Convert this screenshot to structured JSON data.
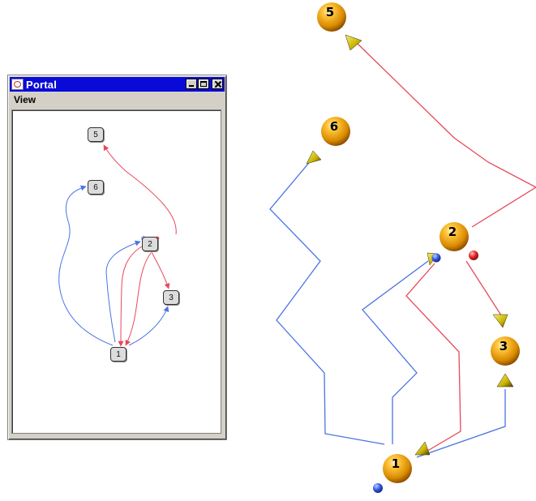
{
  "window": {
    "title": "Portal",
    "menu": [
      "View"
    ]
  },
  "graph": {
    "nodes": [
      "1",
      "2",
      "3",
      "5",
      "6"
    ]
  },
  "scene3d": {
    "spheres": [
      "1",
      "2",
      "3",
      "5",
      "6"
    ]
  },
  "colors": {
    "titlebar": "#0a0ad8",
    "blue_edge": "#4a74e4",
    "red_edge": "#e8485c",
    "sphere": "#f2a000"
  }
}
